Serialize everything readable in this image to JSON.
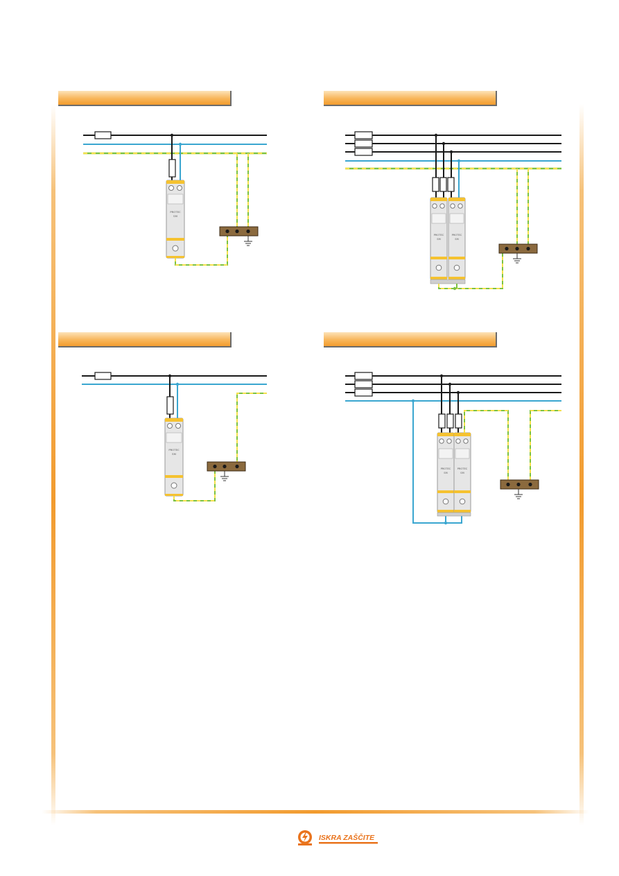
{
  "colors": {
    "phase": "#1a1a1a",
    "neutral": "#3aa6d0",
    "earth_green": "#7cc242",
    "earth_yellow": "#f4e04d",
    "busbar": "#8b6a3e",
    "device_body": "#e6e6e6",
    "device_stripe": "#f5c230",
    "accent_orange": "#f29b2e",
    "logo_orange": "#e9731c"
  },
  "device_label": [
    "PROTEC",
    "Y"
  ],
  "logo": {
    "text": "ISKRA ZAŠČITE"
  },
  "icons": [
    "lightning-bolt-icon",
    "ground-symbol-icon"
  ]
}
